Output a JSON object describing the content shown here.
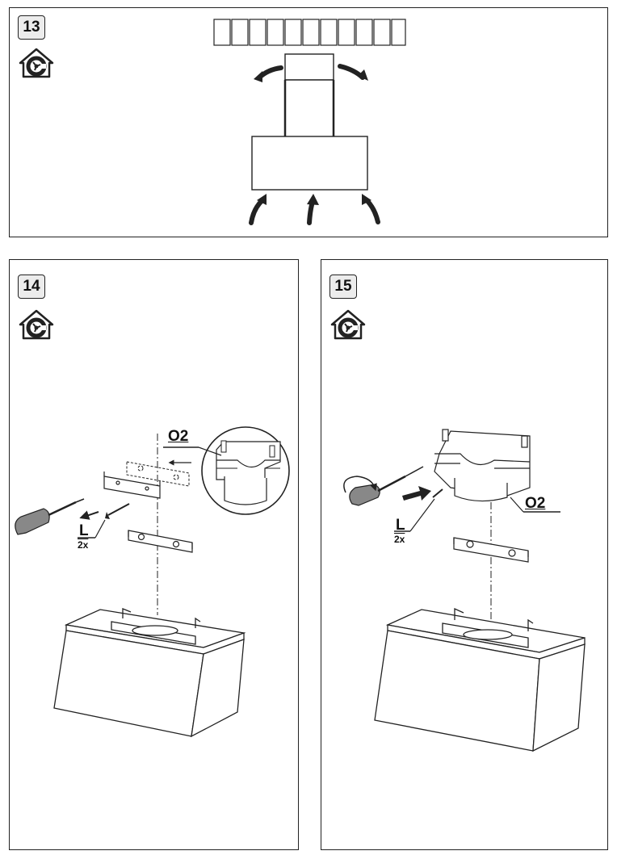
{
  "steps": [
    {
      "number": "13",
      "mode_icon": "recirculation-house-icon"
    },
    {
      "number": "14",
      "mode_icon": "recirculation-house-icon",
      "part_label": "O2",
      "screw_label": "L",
      "screw_qty": "2x"
    },
    {
      "number": "15",
      "mode_icon": "recirculation-house-icon",
      "part_label": "O2",
      "screw_label": "L",
      "screw_qty": "2x"
    }
  ],
  "colors": {
    "line": "#222222",
    "badge_bg": "#ececec",
    "background": "#ffffff"
  }
}
